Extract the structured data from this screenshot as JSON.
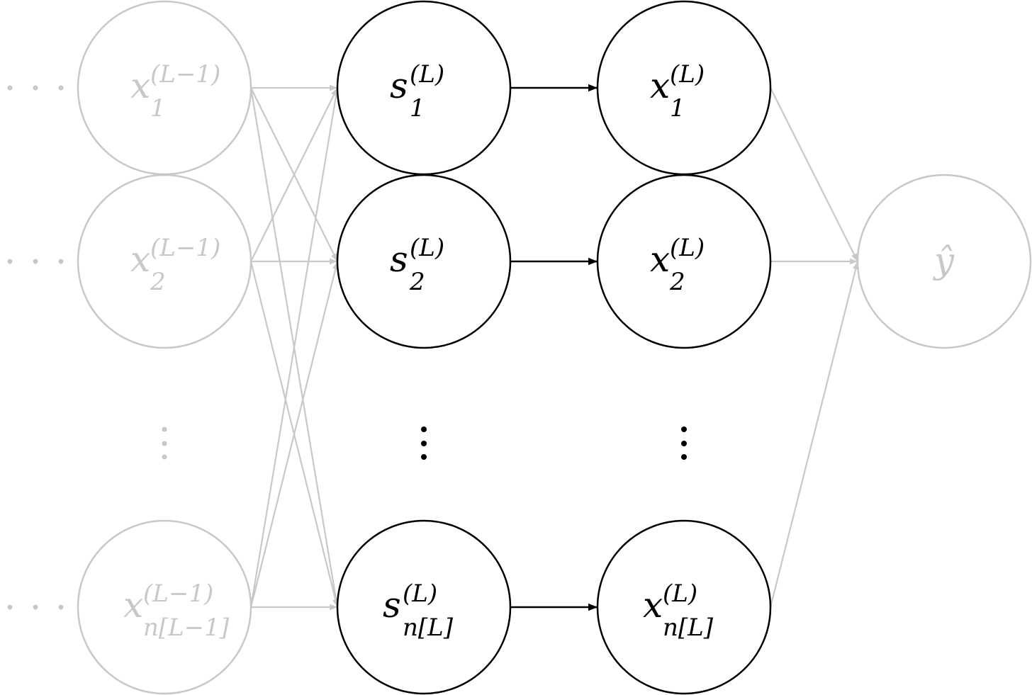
{
  "colors": {
    "active": "#000000",
    "faded": "#c8c8c8"
  },
  "layers": [
    {
      "id": "prev",
      "faded": true,
      "nodes": [
        {
          "id": "x1_prev",
          "base": "x",
          "sub": "1",
          "sup": "(L−1)"
        },
        {
          "id": "x2_prev",
          "base": "x",
          "sub": "2",
          "sup": "(L−1)"
        },
        {
          "id": "xn_prev",
          "base": "x",
          "sub": "n[L−1]",
          "sup": "(L−1)"
        }
      ]
    },
    {
      "id": "s",
      "faded": false,
      "nodes": [
        {
          "id": "s1",
          "base": "s",
          "sub": "1",
          "sup": "(L)"
        },
        {
          "id": "s2",
          "base": "s",
          "sub": "2",
          "sup": "(L)"
        },
        {
          "id": "sn",
          "base": "s",
          "sub": "n[L]",
          "sup": "(L)"
        }
      ]
    },
    {
      "id": "x",
      "faded": false,
      "nodes": [
        {
          "id": "x1",
          "base": "x",
          "sub": "1",
          "sup": "(L)"
        },
        {
          "id": "x2",
          "base": "x",
          "sub": "2",
          "sup": "(L)"
        },
        {
          "id": "xn",
          "base": "x",
          "sub": "n[L]",
          "sup": "(L)"
        }
      ]
    }
  ],
  "output": {
    "id": "y_hat",
    "label": "ŷ",
    "faded": true
  },
  "edges": [
    {
      "from": "x1_prev",
      "to": "s1",
      "faded": true
    },
    {
      "from": "x1_prev",
      "to": "s2",
      "faded": true
    },
    {
      "from": "x1_prev",
      "to": "sn",
      "faded": true
    },
    {
      "from": "x2_prev",
      "to": "s1",
      "faded": true
    },
    {
      "from": "x2_prev",
      "to": "s2",
      "faded": true
    },
    {
      "from": "x2_prev",
      "to": "sn",
      "faded": true
    },
    {
      "from": "xn_prev",
      "to": "s1",
      "faded": true
    },
    {
      "from": "xn_prev",
      "to": "s2",
      "faded": true
    },
    {
      "from": "xn_prev",
      "to": "sn",
      "faded": true
    },
    {
      "from": "s1",
      "to": "x1",
      "faded": false
    },
    {
      "from": "s2",
      "to": "x2",
      "faded": false
    },
    {
      "from": "sn",
      "to": "xn",
      "faded": false
    },
    {
      "from": "x1",
      "to": "y_hat",
      "faded": true
    },
    {
      "from": "x2",
      "to": "y_hat",
      "faded": true
    },
    {
      "from": "xn",
      "to": "y_hat",
      "faded": true
    }
  ]
}
